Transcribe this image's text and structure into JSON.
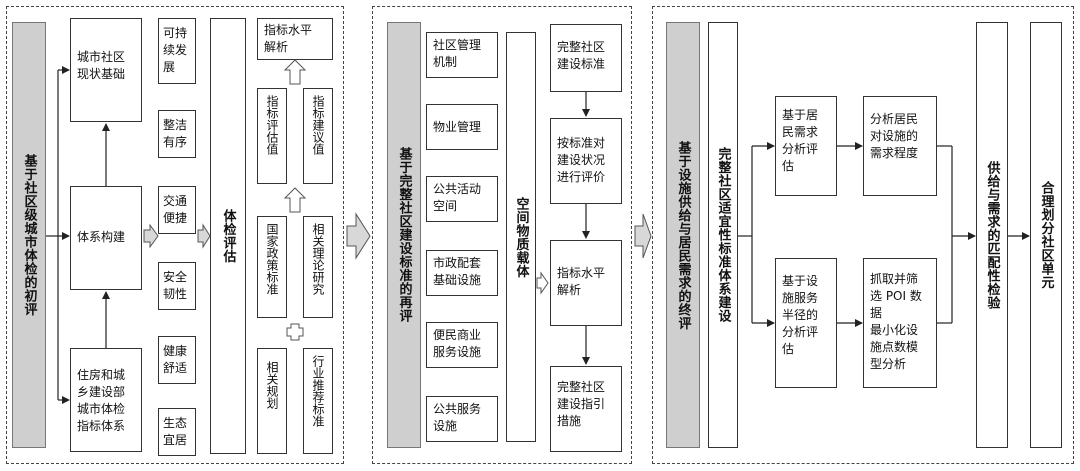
{
  "panel1": {
    "main": "基于社区级城市体检的初评",
    "base_condition": "城市社区\n现状基础",
    "system_build": "体系构建",
    "moh_index": "住房和城\n乡建设部\n城市体检\n指标体系",
    "dims": [
      "可持\n续发\n展",
      "整洁\n有序",
      "交通\n便捷",
      "安全\n韧性",
      "健康\n舒适",
      "生态\n宜居"
    ],
    "eval": "体检评估",
    "analysis": "指标水平\n解析",
    "idx_eval": "指标评估值",
    "idx_suggest": "指标建议值",
    "policy": "国家政策标准",
    "theory": "相关理论研究",
    "plan": "相关规划",
    "industry": "行业推荐标准",
    "plus": "+"
  },
  "panel2": {
    "main": "基于完整社区建设标准的再评",
    "carrier": "空间物质载体",
    "left": [
      "社区管理\n机制",
      "物业管理",
      "公共活动\n空间",
      "市政配套\n基础设施",
      "便民商业\n服务设施",
      "公共服务\n设施"
    ],
    "right": [
      "完整社区\n建设标准",
      "按标准对\n建设状况\n进行评价",
      "指标水平\n解析",
      "完整社区\n建设指引\n措施"
    ]
  },
  "panel3": {
    "main": "基于设施供给与居民需求的终评",
    "system": "完整社区适宜性标准体系建设",
    "resident_eval": "基于居\n民需求\n分析评\n估",
    "service_eval": "基于设\n施服务\n半径的\n分析评\n估",
    "demand": "分析居民\n对设施的\n需求程度",
    "poi": "抓取并筛\n选 POI 数\n据\n最小化设\n施点数模\n型分析",
    "match": "供给与需求的匹配性检验",
    "result": "合理划分社区单元"
  }
}
